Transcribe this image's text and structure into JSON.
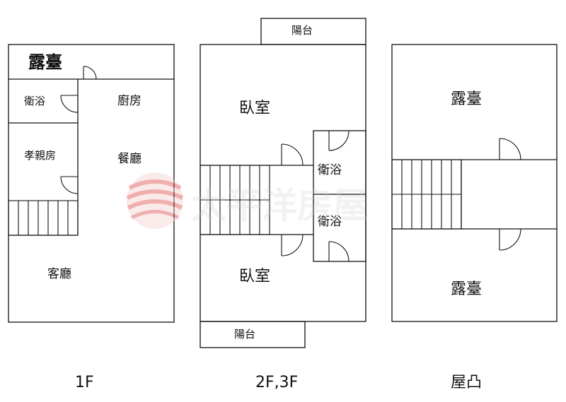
{
  "floors": {
    "f1": {
      "name": "1F",
      "rooms": {
        "terrace": "露臺",
        "bath": "衛浴",
        "kitchen": "廚房",
        "parent_room": "孝親房",
        "dining": "餐廳",
        "living": "客廳"
      }
    },
    "f2": {
      "name": "2F,3F",
      "rooms": {
        "balcony_top": "陽台",
        "bedroom_top": "臥室",
        "bath_top": "衛浴",
        "bath_bottom": "衛浴",
        "bedroom_bottom": "臥室",
        "balcony_bottom": "陽台"
      }
    },
    "roof": {
      "name": "屋凸",
      "rooms": {
        "terrace_top": "露臺",
        "terrace_bottom": "露臺"
      }
    }
  },
  "watermark": {
    "text": "太平洋房屋",
    "color": "#e05050"
  }
}
